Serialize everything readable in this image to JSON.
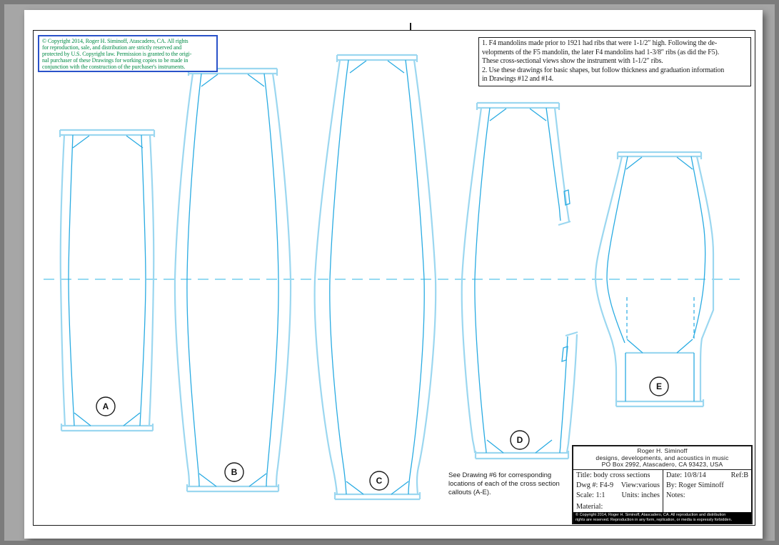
{
  "copyright_box": {
    "text": "© Copyright 2014, Roger H. Siminoff, Atascadero, CA. All rights\nfor reproduction, sale, and distribution are strictly reserved and\nprotected by U.S. Copyright law. Permission is granted to the origi-\nnal purchaser of these Drawings for working copies to be made in\nconjunction with the construction of the purchaser's instruments."
  },
  "notes_box": {
    "text": "1. F4 mandolins made prior to 1921 had ribs that were 1-1/2″ high. Following the de-\nvelopments of the F5 mandolin, the later F4 mandolins had 1-3/8″ ribs (as did the F5).\nThese cross-sectional views show the instrument with 1-1/2″ ribs.\n2. Use these drawings for basic shapes, but follow thickness and graduation information\nin Drawings #12 and #14."
  },
  "see_note": "See Drawing #6 for corresponding\nlocations of each of the cross section\ncallouts (A-E).",
  "callouts": [
    "A",
    "B",
    "C",
    "D",
    "E"
  ],
  "title_block": {
    "header_line1": "Roger H. Siminoff",
    "header_line2": "designs, developments, and acoustics in music",
    "header_line3": "PO Box 2992, Atascadero, CA 93423, USA",
    "title": "Title: body cross sections",
    "dwg": "Dwg #: F4-9",
    "view": "View:various",
    "scale": "Scale: 1:1",
    "units": "Units: inches",
    "material": "Material:",
    "date": "Date: 10/8/14",
    "ref": "Ref:B",
    "by": "By: Roger Siminoff",
    "notes_label": "Notes:",
    "fine_print": "© Copyright 2014, Roger H. Siminoff, Atascadero, CA. All reproduction and distribution\nrights are reserved. Reproduction in any form, replication, or media is expressly forbidden."
  },
  "colors": {
    "line_light_cyan": "#9bd7f0",
    "line_main_cyan": "#29abe2",
    "centerline_cyan": "#74cdee",
    "copyright_text_green": "#008a45",
    "copyright_border_blue": "#2a52c9"
  }
}
